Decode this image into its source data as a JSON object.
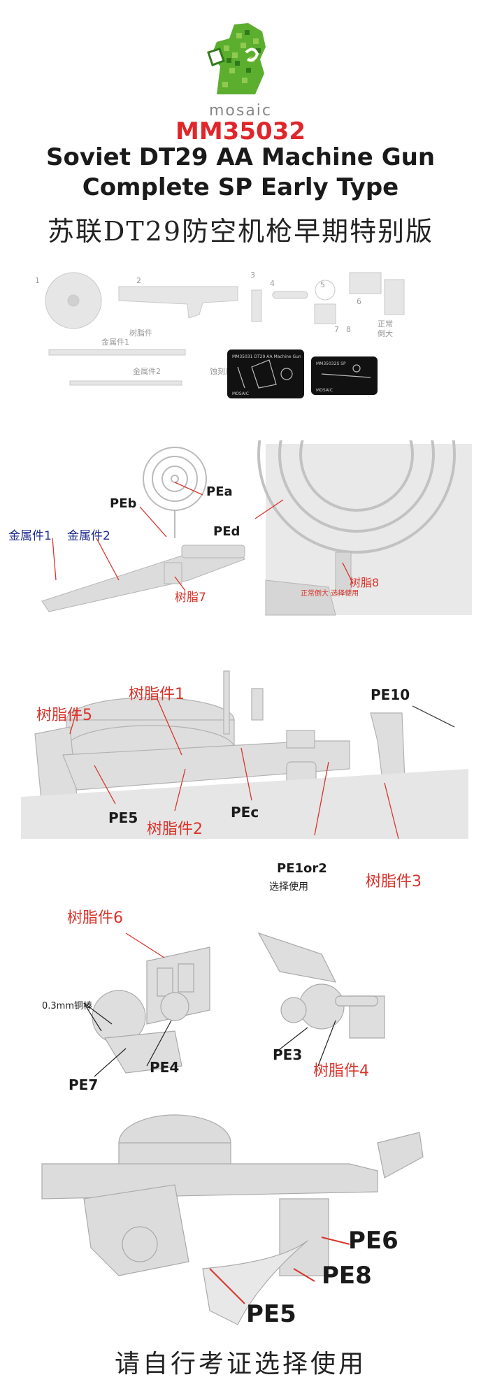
{
  "brand": {
    "name": "mosaic",
    "product_code": "MM35032"
  },
  "title_lines": [
    "Soviet DT29 AA Machine Gun",
    "Complete SP Early Type"
  ],
  "title_cn": "苏联DT29防空机枪早期特别版",
  "parts_sheet": {
    "part_numbers": [
      "1",
      "2",
      "3",
      "4",
      "5",
      "6",
      "7",
      "8"
    ],
    "group_labels": {
      "resin": "树脂件",
      "metal1": "金属件1",
      "metal2": "金属件2",
      "pe": "蚀刻片"
    },
    "optional_note": [
      "正常",
      "倒大"
    ],
    "pe1_caption": "MM35031  DT29 AA Machine Gun",
    "pe2_caption": "MM35032S  SP",
    "pe_brand": "MOSAIC"
  },
  "section1": {
    "labels": [
      "PEa",
      "PEb",
      "PEd",
      "金属件1",
      "金属件2",
      "树脂7",
      "树脂8"
    ],
    "note": "正常倒大 选择使用"
  },
  "section2": {
    "labels": [
      "树脂件1",
      "树脂件5",
      "PE10",
      "PE5",
      "树脂件2",
      "PEc",
      "PE1or2",
      "选择使用",
      "树脂件3"
    ]
  },
  "section3": {
    "labels": [
      "树脂件6",
      "0.3mm铜棒",
      "PE4",
      "PE7",
      "PE3",
      "树脂件4"
    ]
  },
  "section4": {
    "labels": [
      "PE6",
      "PE8",
      "PE5"
    ]
  },
  "footer": "请自行考证选择使用",
  "colors": {
    "accent": "#d9342b",
    "logo_green": "#5cae2e",
    "metal_blue": "#1d2b8f"
  }
}
